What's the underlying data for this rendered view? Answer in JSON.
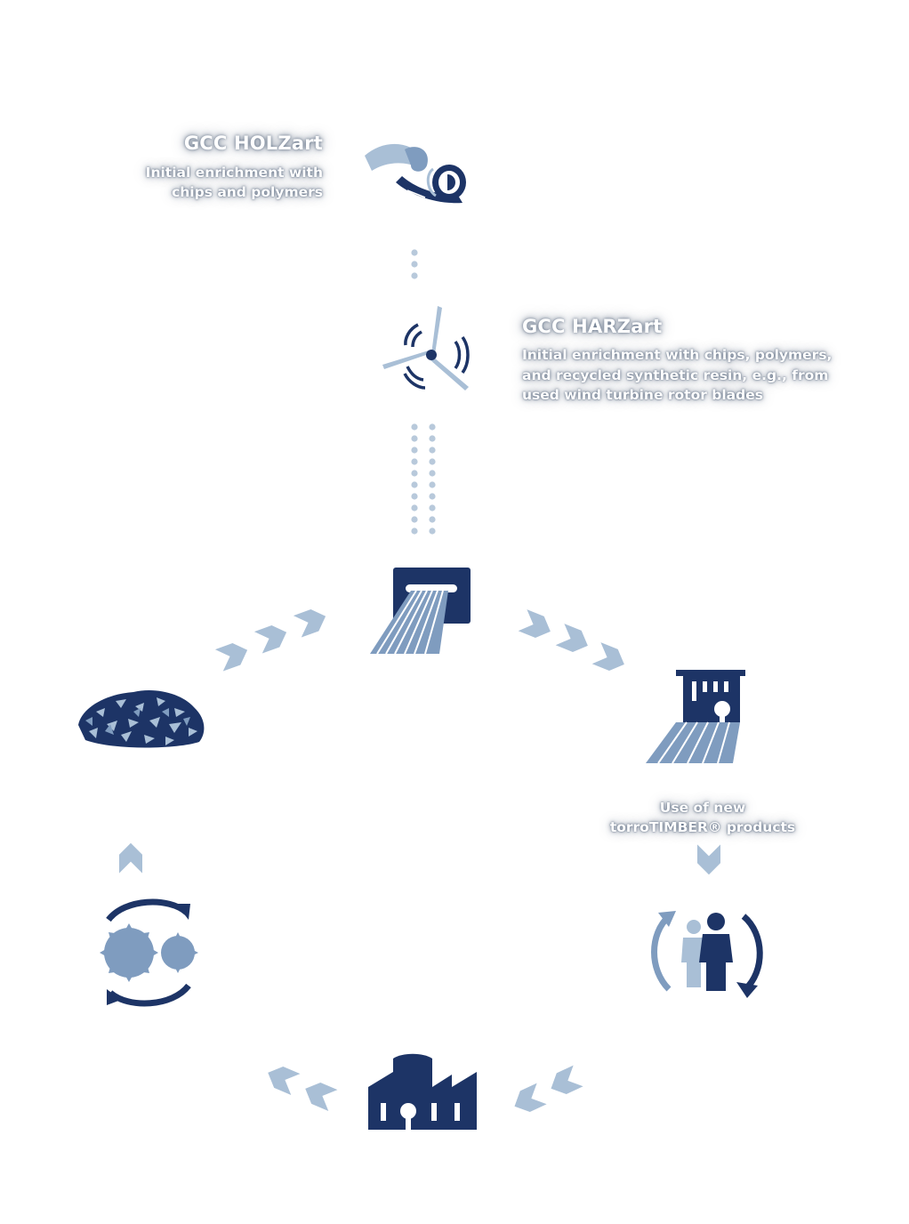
{
  "holzart": {
    "title": "GCC HOLZart",
    "desc_line1": "Initial enrichment with",
    "desc_line2": "chips and polymers"
  },
  "harzart": {
    "title": "GCC HARZart",
    "desc_line1": "Initial enrichment with chips, polymers,",
    "desc_line2": "and recycled synthetic resin, e.g., from",
    "desc_line3": "used wind turbine rotor blades"
  },
  "products": {
    "line1": "Use of new",
    "line2": "torroTIMBER® products"
  },
  "colors": {
    "navy": "#1d3466",
    "light_blue": "#a9bfd6",
    "mid_blue": "#7f9cbf",
    "dot": "#b8c9db"
  },
  "icons": [
    "rolled-sheet-icon",
    "wind-turbine-icon",
    "extrusion-press-icon",
    "building-construction-icon",
    "users-cycle-icon",
    "factory-icon",
    "grinding-gears-icon",
    "wood-chips-icon"
  ]
}
